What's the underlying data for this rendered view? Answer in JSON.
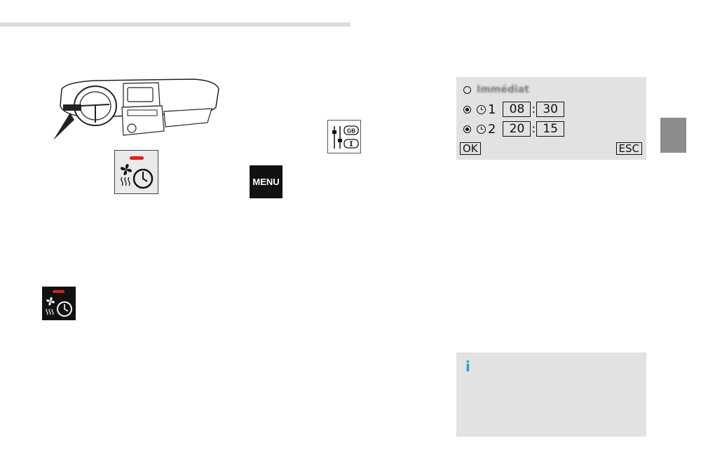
{
  "illustrations": {
    "menu_button_label": "MENU",
    "settings_icon_label": "GB"
  },
  "screen": {
    "option_immediate": "Immédiat",
    "timer1": {
      "number": "1",
      "hours": "08",
      "minutes": "30",
      "selected": true
    },
    "timer2": {
      "number": "2",
      "hours": "20",
      "minutes": "15",
      "selected": true
    },
    "ok_label": "OK",
    "esc_label": "ESC"
  },
  "info_box": {
    "icon": "info-icon",
    "icon_glyph": "i"
  },
  "colors": {
    "indicator_red": "#e02020",
    "info_blue": "#1aa3d8",
    "panel_grey": "#e2e2e2",
    "section_tab_grey": "#8c8c8c"
  }
}
